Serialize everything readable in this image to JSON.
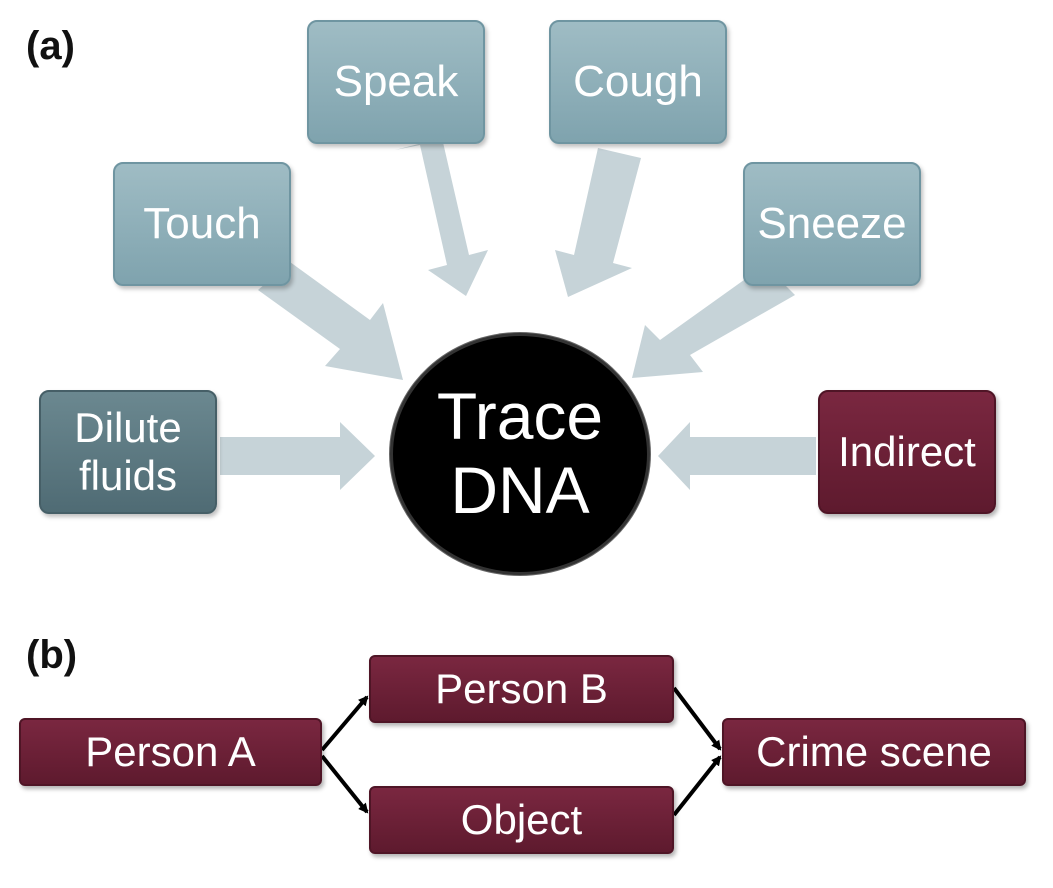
{
  "panel_a": {
    "label": "(a)",
    "center": {
      "line1": "Trace",
      "line2": "DNA"
    },
    "sources": {
      "speak": "Speak",
      "cough": "Cough",
      "touch": "Touch",
      "sneeze": "Sneeze",
      "dilute_line1": "Dilute",
      "dilute_line2": "fluids",
      "indirect": "Indirect"
    }
  },
  "panel_b": {
    "label": "(b)",
    "person_a": "Person A",
    "person_b": "Person B",
    "object": "Object",
    "crime_scene": "Crime scene"
  },
  "colors": {
    "teal": "#8eafb8",
    "slate": "#5d7a83",
    "maroon": "#6b1f36",
    "arrow": "#c5d3d8",
    "center": "#000000"
  }
}
